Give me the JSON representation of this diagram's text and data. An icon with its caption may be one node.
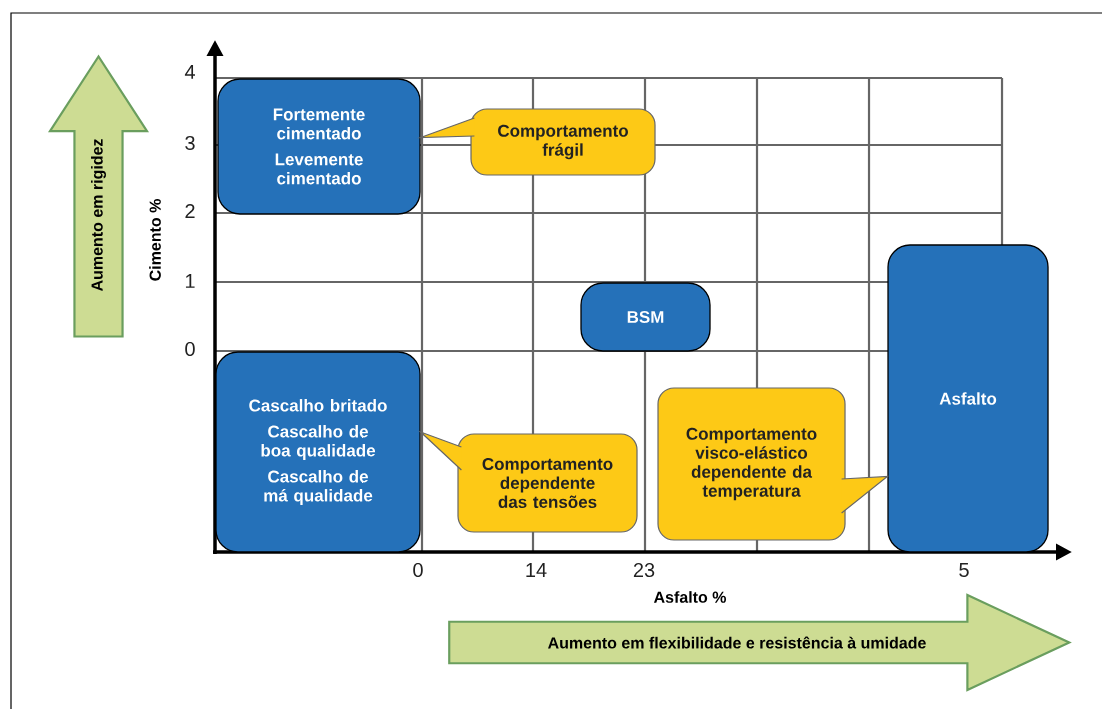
{
  "diagram": {
    "nodes": [
      {
        "text": [
          "Aumento em rigidez"
        ]
      },
      {
        "text": [
          "Fortemente cimentado",
          "Levemente cimentado"
        ]
      },
      {
        "text": [
          "Comportamento frágil"
        ]
      },
      {
        "text": [
          "BSM"
        ]
      },
      {
        "text": [
          "Asfalto"
        ]
      },
      {
        "text": [
          "Cascalho britado",
          "Cascalho de boa qualidade",
          "Cascalho de má qualidade"
        ]
      },
      {
        "text": [
          "Comportamento dependente das tensões"
        ]
      },
      {
        "text": [
          "Comportamento visco-elástico dependente da temperatura"
        ]
      },
      {
        "text": [
          "Aumento em flexibilidade e resistência à umidade"
        ]
      }
    ],
    "edges": [
      {
        "from": 2,
        "to": 1,
        "arrow": "to"
      },
      {
        "from": 6,
        "to": 5,
        "arrow": "to"
      },
      {
        "from": 7,
        "to": 4,
        "arrow": "to"
      }
    ],
    "labels": [
      "4",
      "3",
      "2",
      "Cimento %",
      "1",
      "0",
      "0",
      "14",
      "23",
      "5",
      "Asfalto %"
    ]
  }
}
